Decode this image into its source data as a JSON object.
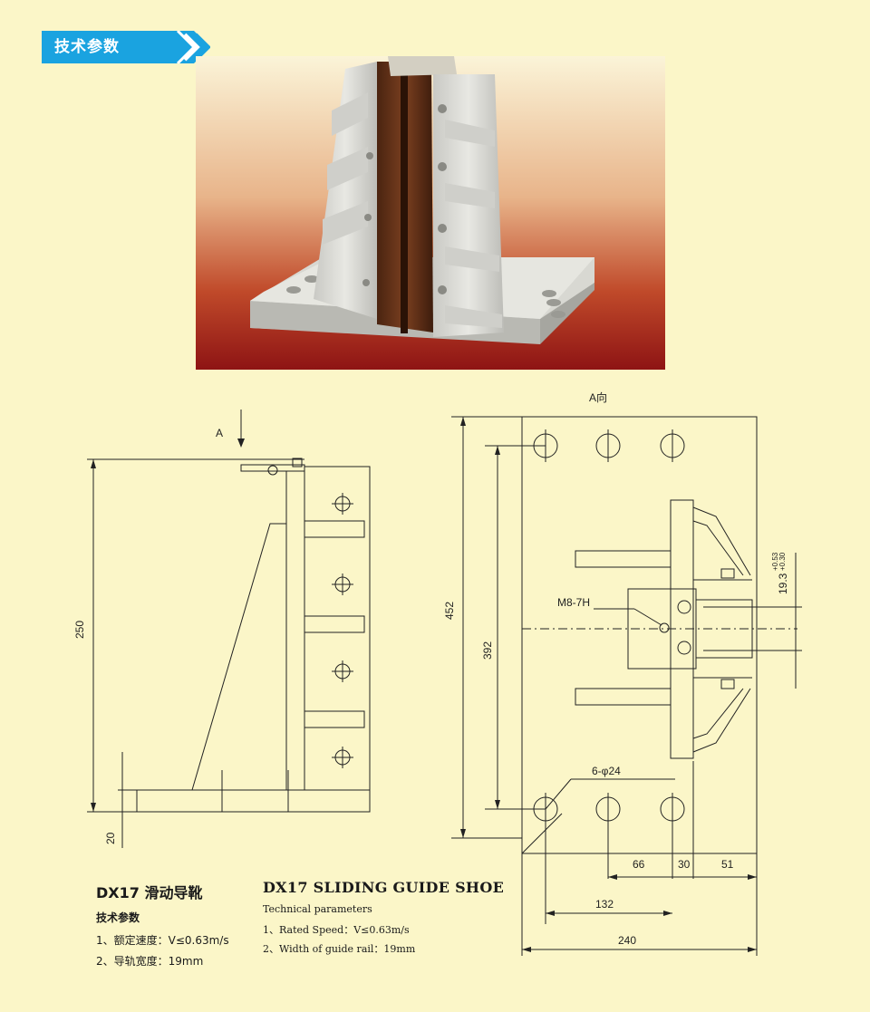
{
  "section": {
    "title": "技术参数"
  },
  "drawing_labels": {
    "arrow_a": "A",
    "view_a": "A向",
    "dim_250": "250",
    "dim_20": "20",
    "dim_452": "452",
    "dim_392": "392",
    "thread": "M8-7H",
    "holes": "6-φ24",
    "tolerance_base": "19.3",
    "tolerance_upper": "+0.53",
    "tolerance_lower": "+0.30",
    "dim_66": "66",
    "dim_30": "30",
    "dim_51": "51",
    "dim_132": "132",
    "dim_240": "240"
  },
  "caption_cn": {
    "title": "DX17 滑动导靴",
    "subtitle": "技术参数",
    "line1": "1、额定速度：V≤0.63m/s",
    "line2": "2、导轨宽度：19mm"
  },
  "caption_en": {
    "title": "DX17 SLIDING GUIDE SHOE",
    "subtitle": "Technical parameters",
    "line1": "1、Rated Speed：V≤0.63m/s",
    "line2": "2、Width of guide rail：19mm"
  }
}
